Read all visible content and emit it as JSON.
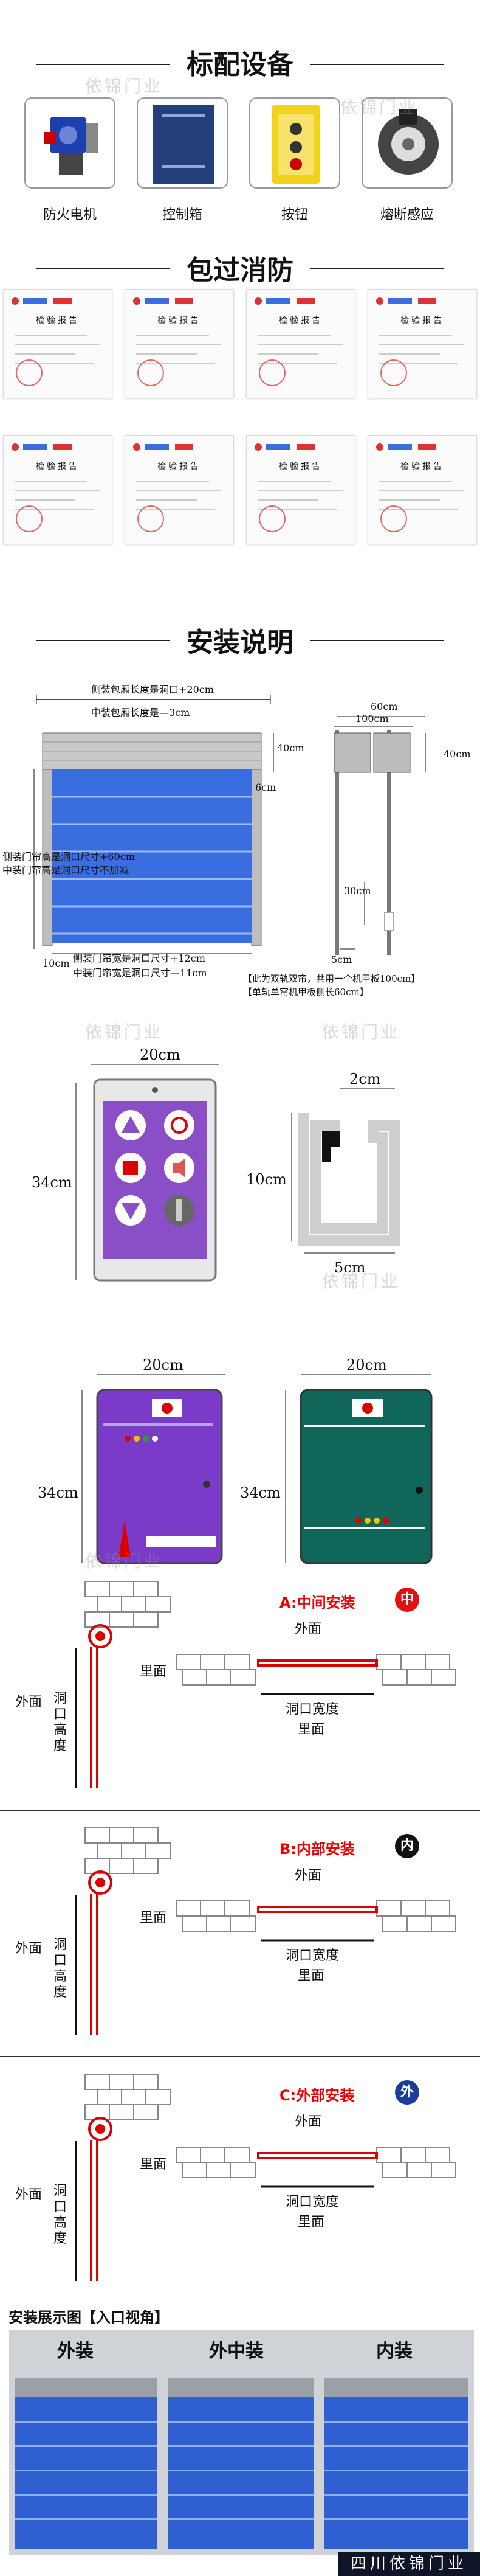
{
  "sections": {
    "equipment_title": "标配设备",
    "fire_title": "包过消防",
    "install_title": "安装说明",
    "showcase_title": "安装展示图【入口视角】"
  },
  "equipment": [
    {
      "label": "防火电机",
      "icon": "motor-icon"
    },
    {
      "label": "控制箱",
      "icon": "control-box-icon"
    },
    {
      "label": "按钮",
      "icon": "button-icon"
    },
    {
      "label": "熔断感应",
      "icon": "fuse-sensor-icon"
    }
  ],
  "watermark": "依锦门业",
  "doc_heading": "检验报告",
  "diagram1": {
    "top_dim_a": "侧装包厢长度是洞口+20cm",
    "top_dim_b": "中装包厢长度是—3cm",
    "d40": "40cm",
    "d6": "6cm",
    "side_a": "侧装门帘高是洞口尺寸+60cm",
    "side_b": "中装门帘高是洞口尺寸不加减",
    "d10": "10cm",
    "bottom_a": "侧装门帘宽是洞口尺寸+12cm",
    "bottom_b": "中装门帘宽是洞口尺寸—11cm",
    "r60": "60cm",
    "r100": "100cm",
    "r40": "40cm",
    "r30": "30cm",
    "r5": "5cm",
    "note_a": "【此为双轨双帘，共用一个机甲板100cm】",
    "note_b": "【单轨单帘机甲板侧长60cm】"
  },
  "diagram2": {
    "w20": "20cm",
    "h34": "34cm",
    "w2": "2cm",
    "h10": "10cm",
    "w5": "5cm"
  },
  "diagram3": {
    "w20a": "20cm",
    "w20b": "20cm",
    "h34a": "34cm",
    "h34b": "34cm"
  },
  "mount": [
    {
      "title": "A:中间安装",
      "badge": "中",
      "badge_color": "#e31010",
      "outer": "外面",
      "inner": "里面",
      "width": "洞口宽度",
      "left_outer": "外面",
      "left_height": "洞口高度",
      "left_inner": "里面"
    },
    {
      "title": "B:内部安装",
      "badge": "内",
      "badge_color": "#111111",
      "outer": "外面",
      "inner": "里面",
      "width": "洞口宽度",
      "left_outer": "外面",
      "left_height": "洞口高度",
      "left_inner": "里面"
    },
    {
      "title": "C:外部安装",
      "badge": "外",
      "badge_color": "#1b3c9c",
      "outer": "外面",
      "inner": "里面",
      "width": "洞口宽度",
      "left_outer": "外面",
      "left_height": "洞口高度",
      "left_inner": "里面"
    }
  ],
  "showcase": {
    "labels": [
      "外装",
      "外中装",
      "内装"
    ],
    "brand": "四川依锦门业"
  },
  "colors": {
    "accent_red": "#e00000",
    "door_blue": "#2f5fd0",
    "panel_purple": "#7a3cc8",
    "panel_teal": "#11665a"
  }
}
